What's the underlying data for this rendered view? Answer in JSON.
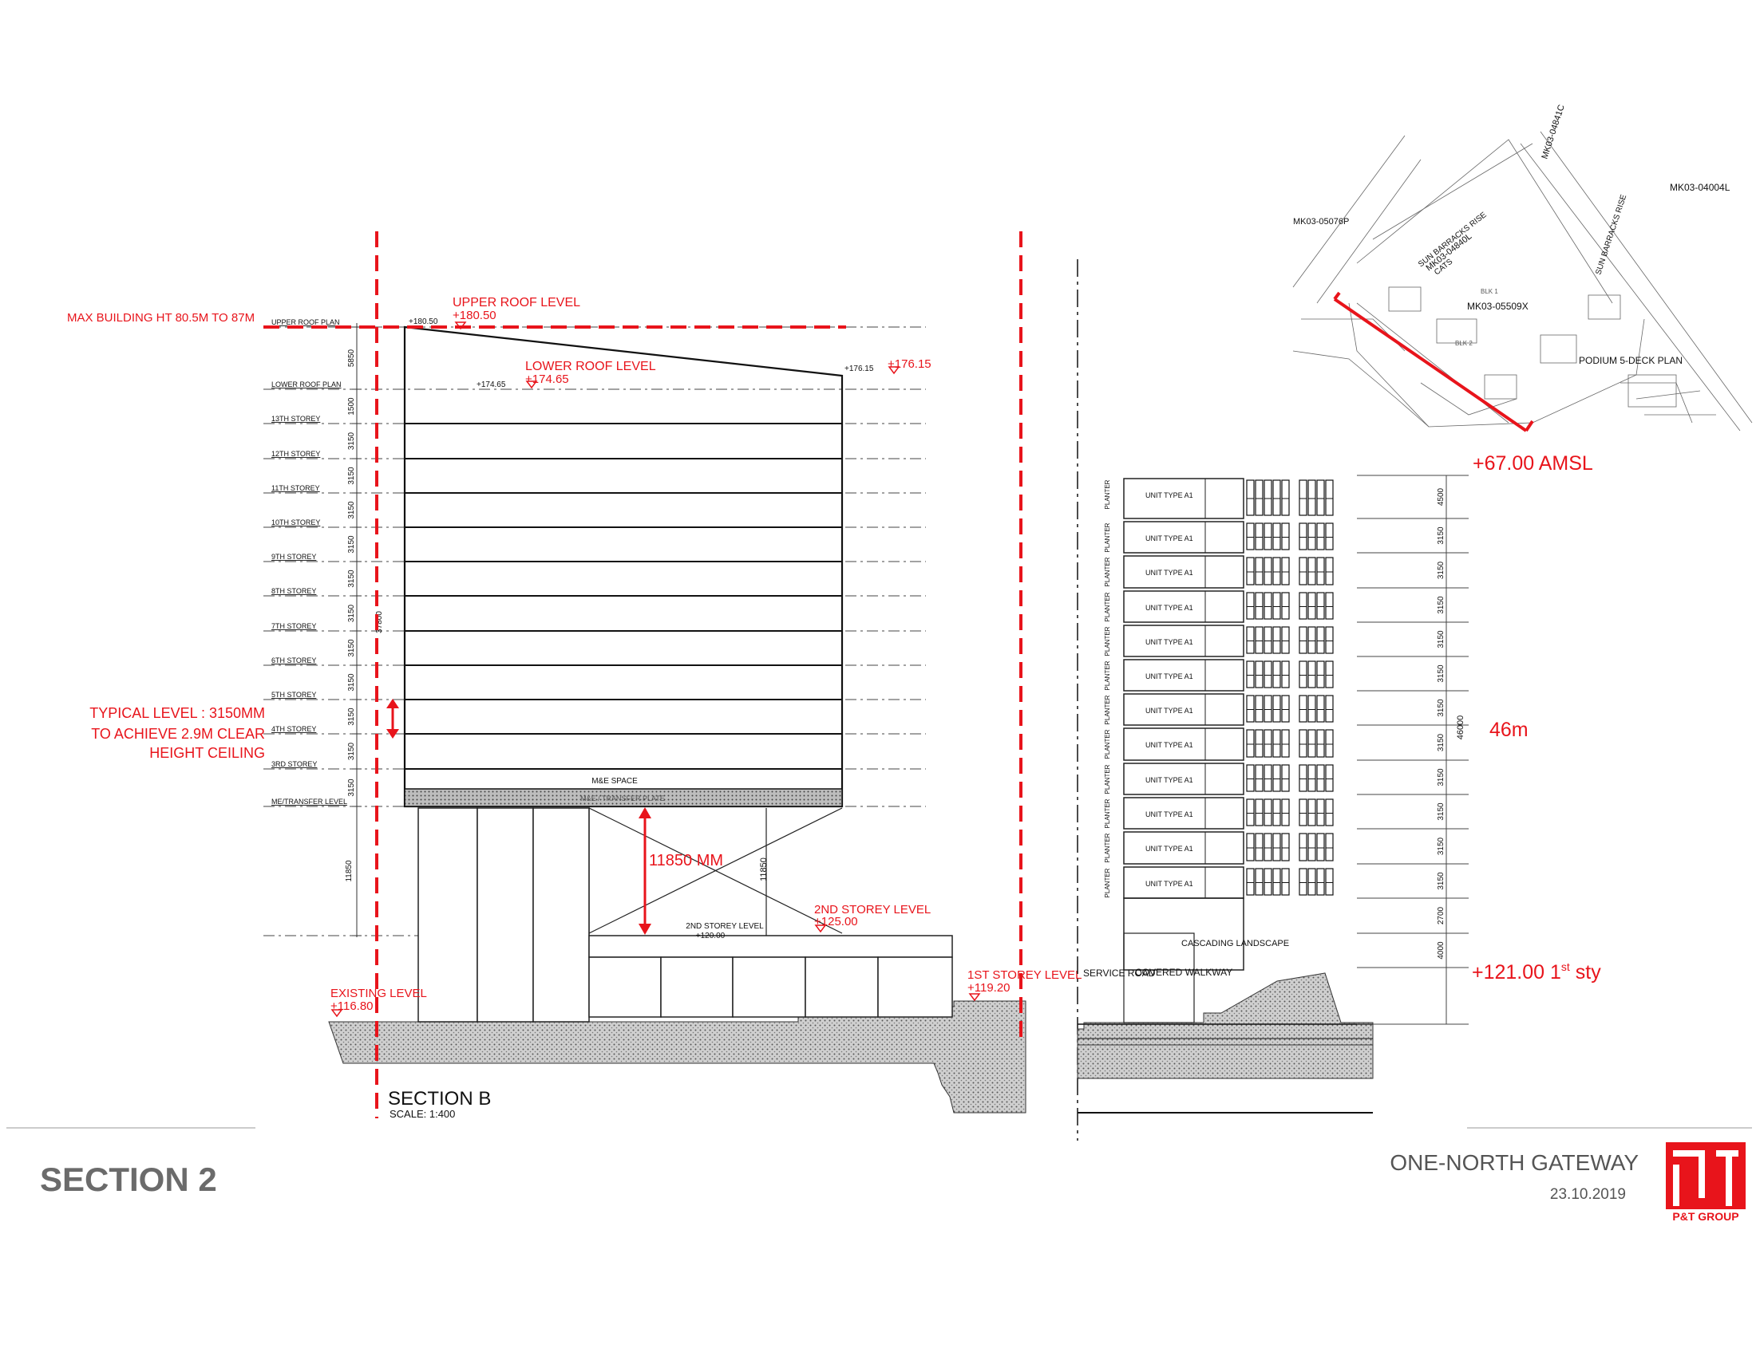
{
  "sheet": {
    "section_title": "SECTION 2",
    "project_name": "ONE-NORTH GATEWAY",
    "date": "23.10.2019",
    "company": "P&T GROUP",
    "brand_color": "#e8141b"
  },
  "section_b": {
    "title": "SECTION B",
    "scale": "SCALE: 1:400",
    "max_height_note": "MAX BUILDING HT 80.5M TO 87M",
    "upper_roof_label": "UPPER ROOF LEVEL",
    "upper_roof_value": "+180.50",
    "upper_roof_tag": "+180.50",
    "lower_roof_label": "LOWER ROOF LEVEL",
    "lower_roof_value": "+174.65",
    "lower_roof_tag": "+174.65",
    "right_roof_tag": "+176.15",
    "right_roof_value": "+176.15",
    "typical_note": [
      "TYPICAL LEVEL : 3150MM",
      "TO ACHIEVE 2.9M CLEAR",
      "HEIGHT CEILING"
    ],
    "mne_space": "M&E SPACE",
    "transfer_plate": "M&E / TRANSFER PLATE",
    "clear_height": "11850 MM",
    "clear_height_dim": "11850",
    "second_storey_label": "2ND STOREY LEVEL",
    "second_storey_value": "+125.00",
    "second_storey_tag": "2ND STOREY LEVEL",
    "second_storey_tag_value": "+120.00",
    "first_storey_label": "1ST STOREY LEVEL",
    "first_storey_value": "+119.20",
    "existing_label": "EXISTING LEVEL",
    "existing_value": "+116.80",
    "levels": [
      "UPPER ROOF PLAN",
      "LOWER ROOF PLAN",
      "13TH STOREY",
      "12TH STOREY",
      "11TH STOREY",
      "10TH STOREY",
      "9TH STOREY",
      "8TH STOREY",
      "7TH STOREY",
      "6TH STOREY",
      "5TH STOREY",
      "4TH STOREY",
      "3RD STOREY",
      "ME/TRANSFER LEVEL"
    ],
    "dims": [
      "5850",
      "1500",
      "3150",
      "3150",
      "3150",
      "3150",
      "3150",
      "3150",
      "3150",
      "3150",
      "3150",
      "3150",
      "3150",
      "3150"
    ],
    "overall_dim": "37800",
    "podium_dim": "11850"
  },
  "section_right": {
    "amsl_top": "+67.00 AMSL",
    "height": "46m",
    "first_storey": "+121.00 1",
    "first_storey_suffix": "st",
    "first_storey_tail": " sty",
    "unit_label": "UNIT TYPE A1",
    "planter_label": "PLANTER",
    "service_road": "SERVICE ROAD",
    "covered_walkway": "COVERED WALKWAY",
    "cascading_landscape": "CASCADING LANDSCAPE",
    "right_dims": [
      "4500",
      "3150",
      "3150",
      "3150",
      "3150",
      "3150",
      "3150",
      "3150",
      "3150",
      "3150",
      "3150",
      "3150",
      "2700",
      "4000"
    ],
    "overall_dim": "46000"
  },
  "keyplan": {
    "lot_left": "MK03-05076P",
    "lot_top_right": "MK03-04004L",
    "lot_center": "MK03-05509X",
    "lot_diag": "MK03-04841C",
    "lot_block": "MK03-04840L",
    "road_1": "SUN BARRACKS RISE",
    "road_2": "CATS",
    "podium_label": "PODIUM 5-DECK PLAN",
    "block_1": "BLK 1",
    "block_2": "BLK 2"
  }
}
